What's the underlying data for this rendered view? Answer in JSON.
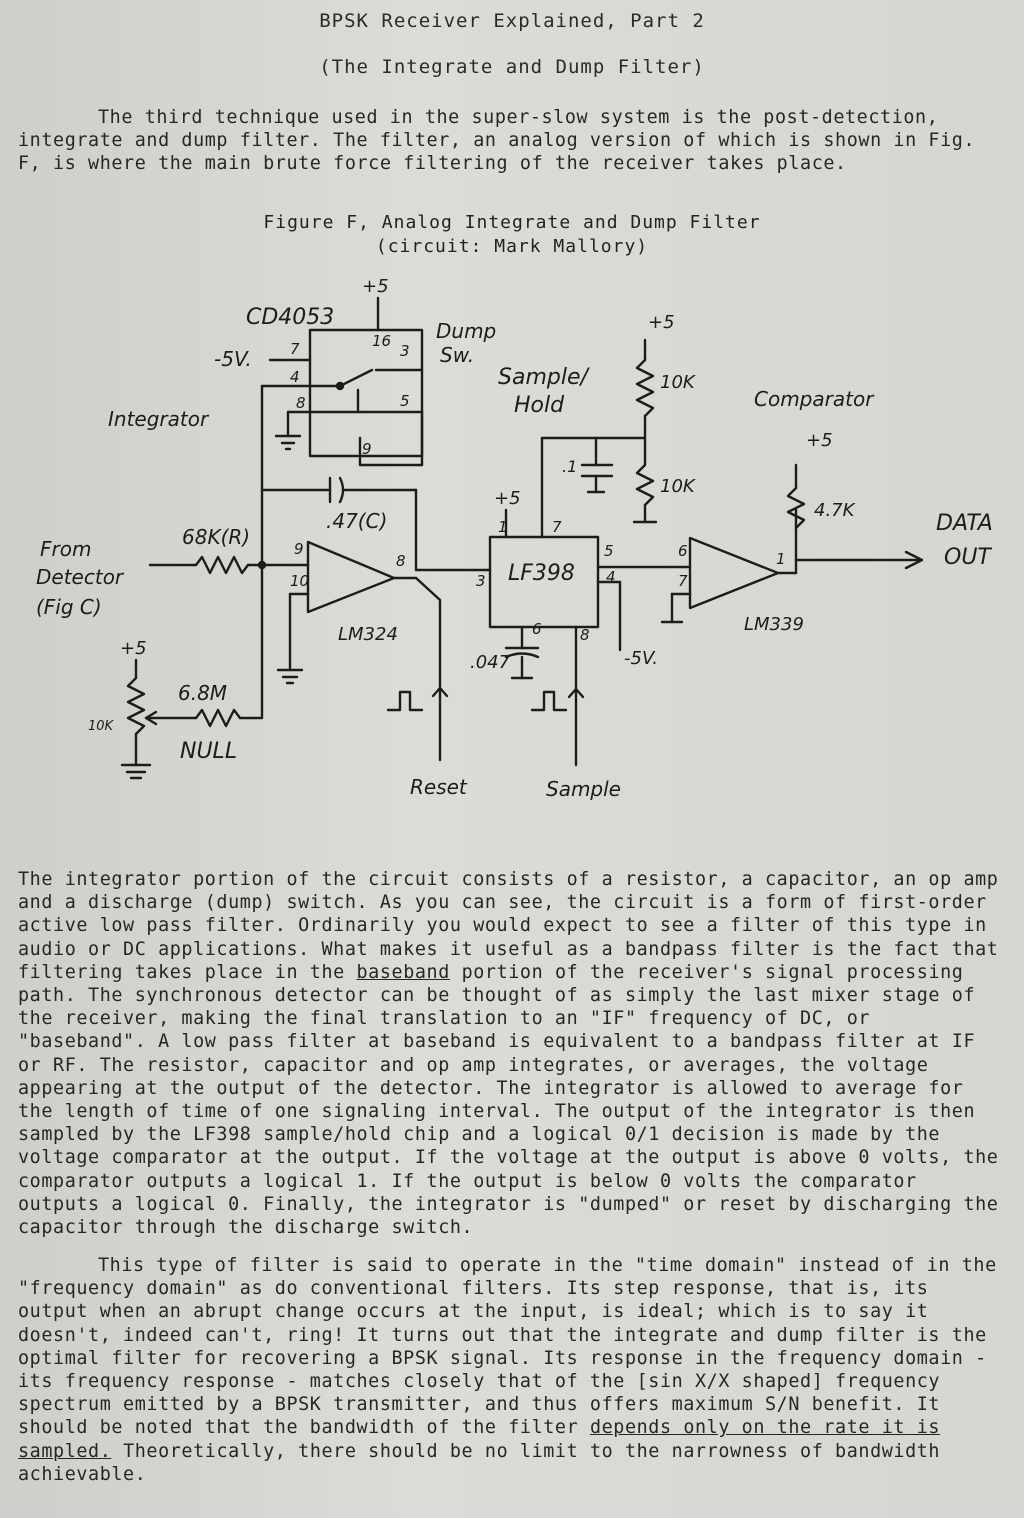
{
  "doc": {
    "title": "BPSK Receiver Explained, Part 2",
    "subtitle": "(The Integrate and Dump Filter)",
    "para1": "The third technique used in the super-slow system is the post-detection, integrate and dump filter.  The filter, an analog version of which is shown in Fig. F, is where the main brute force filtering of the receiver takes place.",
    "figure_title": "Figure F, Analog Integrate and Dump Filter",
    "figure_credit": "(circuit: Mark Mallory)",
    "para2_pre": "The integrator portion of the circuit consists of a resistor, a capacitor, an op amp and a discharge (dump) switch.  As you can see, the circuit is a form of first-order active low pass filter.  Ordinarily you would expect to see a filter of this type in audio or DC applications.  What makes it useful as a bandpass filter is the fact that filtering takes place in the ",
    "para2_u": "baseband",
    "para2_post": " portion of the receiver's signal processing path.  The synchronous detector can be thought of as simply the last mixer stage of the receiver, making the final translation to an \"IF\" frequency of DC, or \"baseband\".  A low pass filter at baseband is equivalent to a bandpass filter at IF or RF.  The resistor, capacitor and op amp integrates, or averages, the voltage appearing at the output of the detector.  The integrator is allowed to average for the length of time of one signaling interval.  The output of the integrator is then sampled by the LF398 sample/hold chip and a logical 0/1 decision is made by the voltage comparator at the output.  If the voltage at the output is above 0 volts, the comparator outputs a logical 1.  If the output is below 0 volts the comparator outputs a logical 0.  Finally, the integrator is \"dumped\" or reset by discharging the capacitor through the discharge switch.",
    "para3_pre": "This type of filter is said to operate in the \"time domain\" instead of in the \"frequency domain\" as do conventional filters.  Its step response, that is, its output when an abrupt change occurs at the input, is ideal; which is to say it doesn't, indeed can't, ring!  It turns out that the integrate and dump filter is the optimal filter for recovering a BPSK signal.  Its response in the frequency domain - its frequency response - matches closely that of the [sin X/X shaped] frequency spectrum emitted by a BPSK transmitter, and thus offers maximum S/N benefit.  It should be noted that the bandwidth of the filter ",
    "para3_u": "depends only on the rate it is sampled.",
    "para3_post": "  Theoretically, there should be no limit to the narrowness of bandwidth achievable."
  },
  "schematic": {
    "cd4053": "CD4053",
    "plus5": "+5",
    "neg5": "-5V.",
    "dump_sw_1": "Dump",
    "dump_sw_2": "Sw.",
    "integrator": "Integrator",
    "sample_hold_1": "Sample/",
    "sample_hold_2": "Hold",
    "comparator": "Comparator",
    "r10k": "10K",
    "r47k": "4.7K",
    "cap01": ".1",
    "cap47": ".47(C)",
    "r68k": "68K(R)",
    "from_1": "From",
    "from_2": "Detector",
    "from_3": "(Fig C)",
    "lm324": "LM324",
    "lf398": "LF398",
    "lm339": "LM339",
    "data_1": "DATA",
    "data_2": "OUT",
    "cap047": ".047",
    "r68m": "6.8M",
    "pot10k": "10K",
    "null": "NULL",
    "reset": "Reset",
    "sample": "Sample",
    "neg5b": "-5V.",
    "pins": {
      "p16": "16",
      "p7": "7",
      "p3": "3",
      "p4": "4",
      "p8": "8",
      "p5": "5",
      "p9": "9",
      "op9": "9",
      "op10": "10",
      "op8": "8",
      "lf1": "1",
      "lf7": "7",
      "lf3": "3",
      "lf5": "5",
      "lf4": "4",
      "lf6": "6",
      "lf8": "8",
      "c6": "6",
      "c7": "7",
      "c1": "1"
    }
  }
}
